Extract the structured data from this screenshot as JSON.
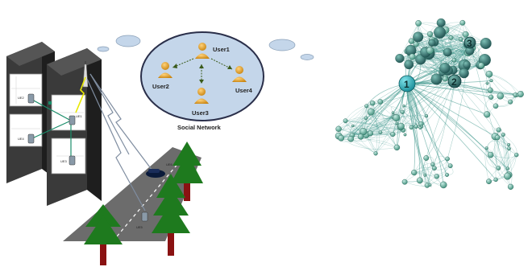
{
  "social_network": {
    "caption": "Social Network",
    "users": [
      "User1",
      "User2",
      "User3",
      "User4"
    ]
  },
  "devices": {
    "ue1": "UE1",
    "ue2": "UE2",
    "ue3": "UE3",
    "ue4": "UE4",
    "ue5": "UE5",
    "ue6": "UE6"
  },
  "graph": {
    "hub_labels": [
      "1",
      "2",
      "3"
    ]
  },
  "colors": {
    "building": "#2b2b2b",
    "tree": "#1e7a1e",
    "trunk": "#8a1212",
    "ellipse": "#c4d6ea",
    "graph_edge": "#2f8f83",
    "hub": "#2ea8b4"
  }
}
